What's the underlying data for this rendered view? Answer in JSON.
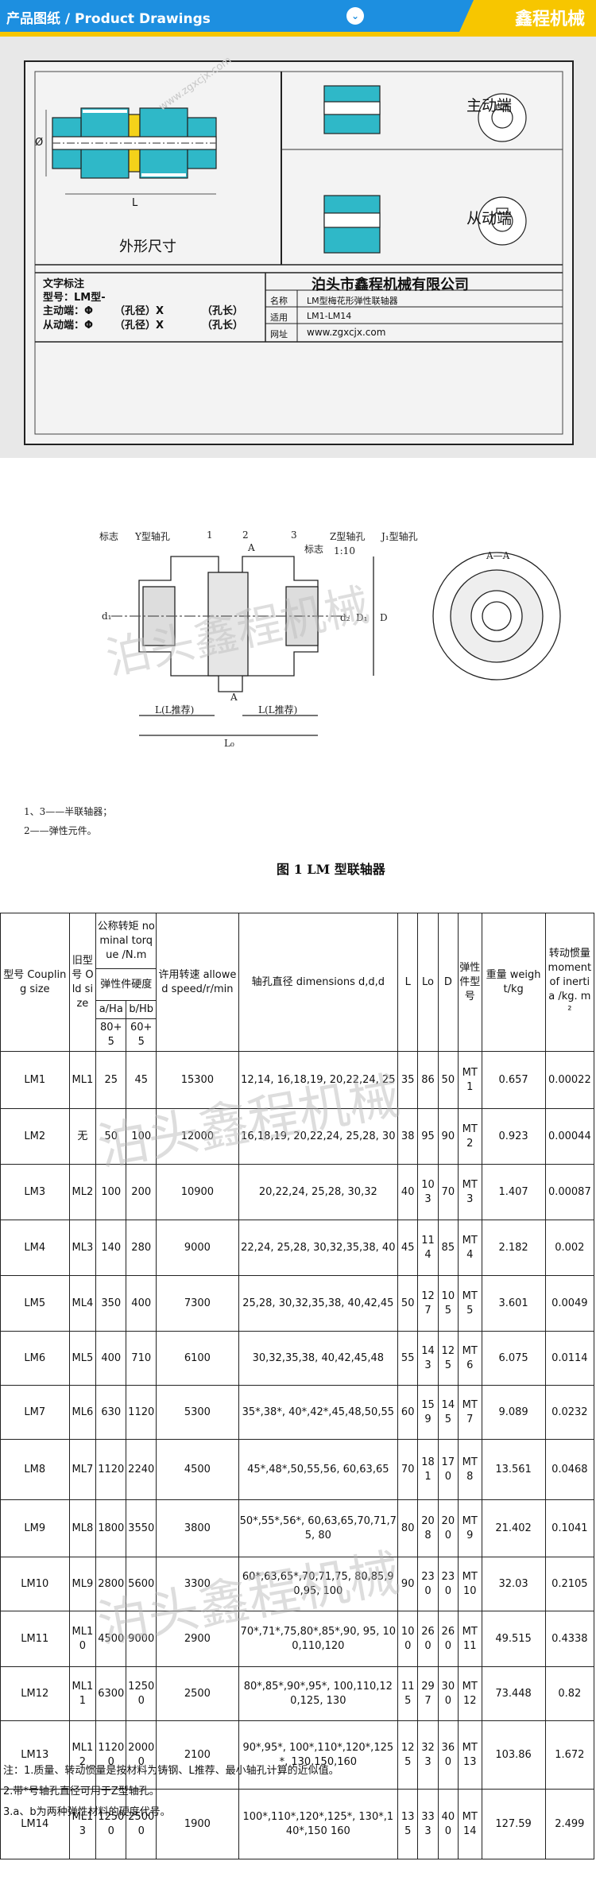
{
  "header": {
    "title": "产品图纸 / Product Drawings",
    "brand": "鑫程机械",
    "dropdown_icon": "chevron-down-icon"
  },
  "drawing": {
    "side_view_label": "外形尺寸",
    "drive_label": "主动端",
    "driven_label": "从动端",
    "dim_L": "L",
    "dim_phi": "Ø",
    "text_note_title": "文字标注",
    "model_line": "型号：LM型-",
    "drive_line_a": "主动端：Φ",
    "drive_line_b": "（孔径）X",
    "drive_line_c": "（孔长）",
    "driven_line_a": "从动端：Φ",
    "driven_line_b": "（孔径）X",
    "driven_line_c": "（孔长）",
    "company": "泊头市鑫程机械有限公司",
    "name_label": "名称",
    "name_value": "LM型梅花形弹性联轴器",
    "apply_label": "适用",
    "apply_value": "LM1-LM14",
    "site_label": "网址",
    "site_value": "www.zgxcjx.com",
    "watermark": "www.zgxcjx.com"
  },
  "figure": {
    "labels": [
      "标志",
      "Y型轴孔",
      "1",
      "2",
      "A",
      "3",
      "标志",
      "Z型轴孔",
      "J₁型轴孔",
      "1:10",
      "A—A",
      "d₁",
      "d₂",
      "D₁",
      "D",
      "L(L推荐)",
      "L(L推荐)",
      "L₀",
      "A"
    ],
    "legend_1": "1、3——半联轴器；",
    "legend_2": "2——弹性元件。",
    "caption": "图 1   LM 型联轴器",
    "watermark": "泊头鑫程机械"
  },
  "table": {
    "headers": {
      "model": "型号 Coupling size",
      "old": "旧型号 Old size",
      "torque": "公称转矩 nominal torque /N.m",
      "hardness": "弹性件硬度",
      "ha": "a/Ha",
      "hb": "b/Hb",
      "ha_val": "80+5",
      "hb_val": "60+5",
      "speed": "许用转速 allowed speed/r/min",
      "dia": "轴孔直径 dimensions d,d,d",
      "L": "L",
      "Lo": "Lo",
      "D": "D",
      "elastic": "弹性件型号",
      "weight": "重量 weight/kg",
      "inertia": "转动惯量 moment of inertia /kg. m²"
    },
    "rows": [
      {
        "model": "LM1",
        "old": "ML1",
        "a": "25",
        "b": "45",
        "speed": "15300",
        "dia": "12,14, 16,18,19, 20,22,24, 25",
        "L": "35",
        "Lo": "86",
        "D": "50",
        "el": "MT1",
        "w": "0.657",
        "i": "0.00022"
      },
      {
        "model": "LM2",
        "old": "无",
        "a": "50",
        "b": "100",
        "speed": "12000",
        "dia": "16,18,19, 20,22,24, 25,28, 30",
        "L": "38",
        "Lo": "95",
        "D": "90",
        "el": "MT2",
        "w": "0.923",
        "i": "0.00044"
      },
      {
        "model": "LM3",
        "old": "ML2",
        "a": "100",
        "b": "200",
        "speed": "10900",
        "dia": "20,22,24, 25,28, 30,32",
        "L": "40",
        "Lo": "103",
        "D": "70",
        "el": "MT3",
        "w": "1.407",
        "i": "0.00087"
      },
      {
        "model": "LM4",
        "old": "ML3",
        "a": "140",
        "b": "280",
        "speed": "9000",
        "dia": "22,24, 25,28, 30,32,35,38, 40",
        "L": "45",
        "Lo": "114",
        "D": "85",
        "el": "MT4",
        "w": "2.182",
        "i": "0.002"
      },
      {
        "model": "LM5",
        "old": "ML4",
        "a": "350",
        "b": "400",
        "speed": "7300",
        "dia": "25,28, 30,32,35,38, 40,42,45",
        "L": "50",
        "Lo": "127",
        "D": "105",
        "el": "MT5",
        "w": "3.601",
        "i": "0.0049"
      },
      {
        "model": "LM6",
        "old": "ML5",
        "a": "400",
        "b": "710",
        "speed": "6100",
        "dia": "30,32,35,38, 40,42,45,48",
        "L": "55",
        "Lo": "143",
        "D": "125",
        "el": "MT6",
        "w": "6.075",
        "i": "0.0114"
      },
      {
        "model": "LM7",
        "old": "ML6",
        "a": "630",
        "b": "1120",
        "speed": "5300",
        "dia": "35*,38*, 40*,42*,45,48,50,55",
        "L": "60",
        "Lo": "159",
        "D": "145",
        "el": "MT7",
        "w": "9.089",
        "i": "0.0232"
      },
      {
        "model": "LM8",
        "old": "ML7",
        "a": "1120",
        "b": "2240",
        "speed": "4500",
        "dia": "45*,48*,50,55,56, 60,63,65",
        "L": "70",
        "Lo": "181",
        "D": "170",
        "el": "MT8",
        "w": "13.561",
        "i": "0.0468"
      },
      {
        "model": "LM9",
        "old": "ML8",
        "a": "1800",
        "b": "3550",
        "speed": "3800",
        "dia": "50*,55*,56*, 60,63,65,70,71,75, 80",
        "L": "80",
        "Lo": "208",
        "D": "200",
        "el": "MT9",
        "w": "21.402",
        "i": "0.1041"
      },
      {
        "model": "LM10",
        "old": "ML9",
        "a": "2800",
        "b": "5600",
        "speed": "3300",
        "dia": "60*,63,65*,70,71,75, 80,85,90,95, 100",
        "L": "90",
        "Lo": "230",
        "D": "230",
        "el": "MT10",
        "w": "32.03",
        "i": "0.2105"
      },
      {
        "model": "LM11",
        "old": "ML10",
        "a": "4500",
        "b": "9000",
        "speed": "2900",
        "dia": "70*,71*,75,80*,85*,90, 95, 100,110,120",
        "L": "100",
        "Lo": "260",
        "D": "260",
        "el": "MT11",
        "w": "49.515",
        "i": "0.4338"
      },
      {
        "model": "LM12",
        "old": "ML11",
        "a": "6300",
        "b": "12500",
        "speed": "2500",
        "dia": "80*,85*,90*,95*, 100,110,120,125, 130",
        "L": "115",
        "Lo": "297",
        "D": "300",
        "el": "MT12",
        "w": "73.448",
        "i": "0.82"
      },
      {
        "model": "LM13",
        "old": "ML12",
        "a": "11200",
        "b": "20000",
        "speed": "2100",
        "dia": "90*,95*, 100*,110*,120*,125*, 130,150,160",
        "L": "125",
        "Lo": "323",
        "D": "360",
        "el": "MT13",
        "w": "103.86",
        "i": "1.672"
      },
      {
        "model": "LM14",
        "old": "ML13",
        "a": "12500",
        "b": "25000",
        "speed": "1900",
        "dia": "100*,110*,120*,125*, 130*,140*,150 160",
        "L": "135",
        "Lo": "333",
        "D": "400",
        "el": "MT14",
        "w": "127.59",
        "i": "2.499"
      }
    ],
    "watermark": "泊头鑫程机械"
  },
  "notes": [
    "注：1.质量、转动惯量是按材料为铸钢、L推荐、最小轴孔计算的近似值。",
    "2.带*号轴孔直径可用于Z型轴孔。",
    "3.a、b为两种弹性材料的硬度代号。"
  ],
  "colors": {
    "header_blue": "#1d8fe0",
    "header_yellow": "#f7c600",
    "part_teal": "#2fb8c8",
    "part_yellow": "#f4d21a"
  }
}
